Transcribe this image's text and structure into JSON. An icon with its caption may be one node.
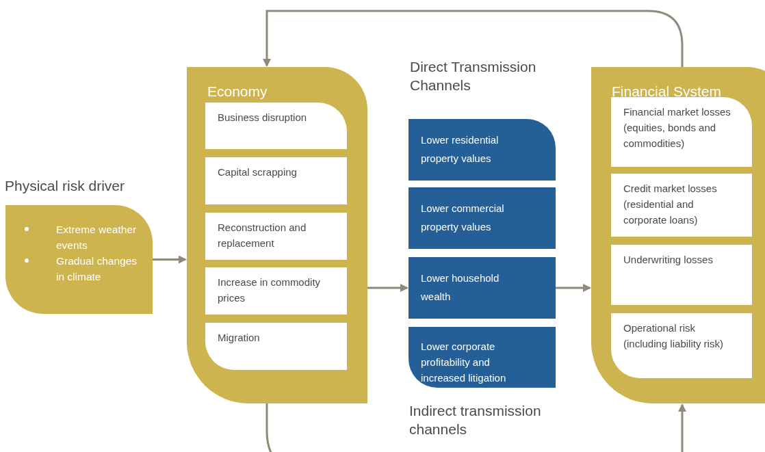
{
  "diagram": {
    "nodes": [
      {
        "text": [
          "Physical risk driver",
          "Extreme weather events",
          "Gradual changes in climate"
        ]
      },
      {
        "text": [
          "Economy"
        ]
      },
      {
        "text": [
          "Business disruption"
        ],
        "in": 1
      },
      {
        "text": [
          "Capital scrapping"
        ],
        "in": 1
      },
      {
        "text": [
          "Reconstruction and replacement"
        ],
        "in": 1
      },
      {
        "text": [
          "Increase in commodity prices"
        ],
        "in": 1
      },
      {
        "text": [
          "Migration"
        ],
        "in": 1
      },
      {
        "text": [
          "Lower residential property values"
        ]
      },
      {
        "text": [
          "Lower commercial property values"
        ]
      },
      {
        "text": [
          "Lower household wealth"
        ]
      },
      {
        "text": [
          "Lower corporate profitability and increased litigation"
        ]
      },
      {
        "text": [
          "Financial System"
        ]
      },
      {
        "text": [
          "Financial market losses (equities, bonds and commodities)"
        ],
        "in": 11
      },
      {
        "text": [
          "Credit market losses (residential and corporate loans)"
        ],
        "in": 11
      },
      {
        "text": [
          "Underwriting losses"
        ],
        "in": 11
      },
      {
        "text": [
          "Operational risk (including liability risk)"
        ],
        "in": 11
      }
    ],
    "edges": [
      {
        "from": 0,
        "to": 1,
        "arrow": "to"
      },
      {
        "from": 1,
        "to": 9,
        "arrow": "to"
      },
      {
        "from": 9,
        "to": 11,
        "arrow": "to"
      },
      {
        "from": 11,
        "to": 1,
        "arrow": "to"
      },
      {
        "from": 1,
        "to": 11,
        "arrow": "to"
      }
    ],
    "labels": [
      "Direct Transmission Channels",
      "Indirect transmission channels"
    ]
  }
}
